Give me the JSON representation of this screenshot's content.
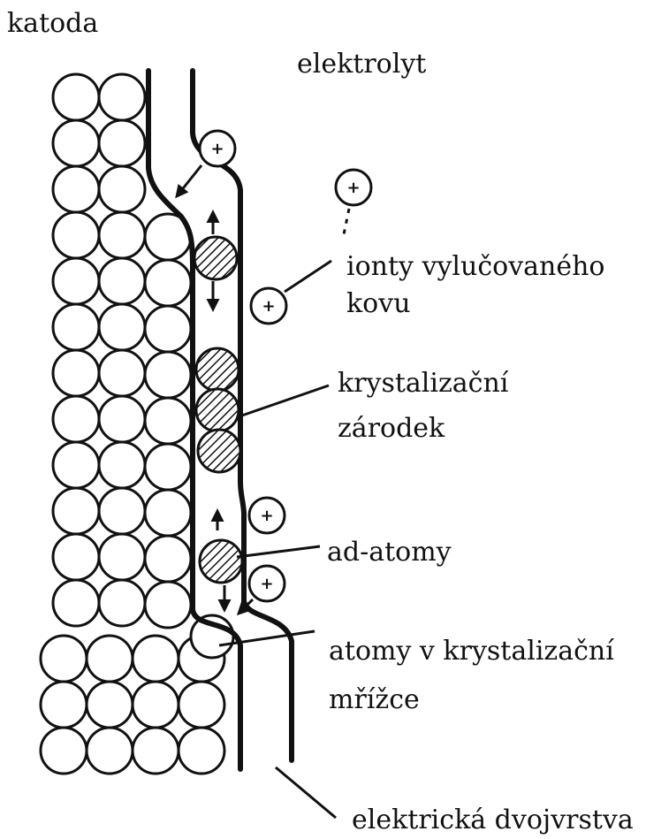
{
  "labels": {
    "cathode": "katoda",
    "electrolyte": "elektrolyt",
    "ions_line1": "ionty vylučovaného",
    "ions_line2": "kovu",
    "nucleus_line1": "krystalizační",
    "nucleus_line2": "zárodek",
    "adatoms": "ad-atomy",
    "lattice_line1": "atomy v krystalizační",
    "lattice_line2": "mřížce",
    "double_layer": "elektrická dvojvrstva"
  },
  "ion_sign": "+",
  "colors": {
    "ink": "#111111",
    "background": "#ffffff"
  }
}
